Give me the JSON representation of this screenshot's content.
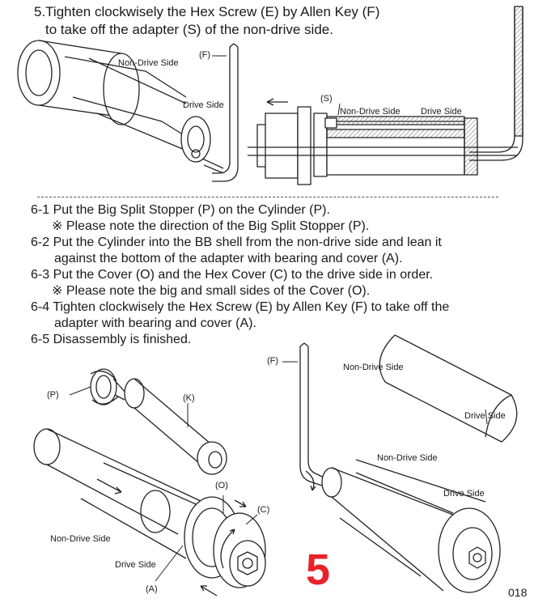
{
  "step5": {
    "line1": "5.Tighten clockwisely the Hex Screw (E) by Allen Key (F)",
    "line2": "to take off the adapter (S) of the non-drive side."
  },
  "top_figure": {
    "left_non_drive": "Non-Drive Side",
    "left_drive": "Drive Side",
    "allen_key": "(F)",
    "adapter": "(S)",
    "right_non_drive": "Non-Drive Side",
    "right_drive": "Drive Side"
  },
  "instructions": {
    "s61": "6-1 Put the Big Split Stopper (P) on the Cylinder (P).",
    "s61_note": "※ Please note the direction of the Big Split Stopper (P).",
    "s62a": "6-2 Put the Cylinder into the BB shell from the non-drive side and lean it",
    "s62b": "against the bottom of the adapter with bearing and cover (A).",
    "s63": "6-3 Put the Cover (O) and the Hex Cover (C) to the drive side in order.",
    "s63_note": "※ Please note the big and small sides of the Cover (O).",
    "s64a": "6-4 Tighten clockwisely the Hex Screw (E) by Allen Key (F) to take off the",
    "s64b": "adapter with bearing and cover (A).",
    "s65": "6-5 Disassembly is finished."
  },
  "bottom_left_figure": {
    "P": "(P)",
    "K": "(K)",
    "O": "(O)",
    "C": "(C)",
    "A": "(A)",
    "non_drive": "Non-Drive Side",
    "drive": "Drive Side"
  },
  "bottom_right_figure": {
    "F": "(F)",
    "non_drive_top": "Non-Drive Side",
    "drive_top": "Drive Side",
    "non_drive_mid": "Non-Drive Side",
    "drive_mid": "Drive Side"
  },
  "step_number": "5",
  "page_number": "018",
  "colors": {
    "text": "#1a1a1a",
    "accent_red": "#e8222a",
    "line": "#222222"
  }
}
